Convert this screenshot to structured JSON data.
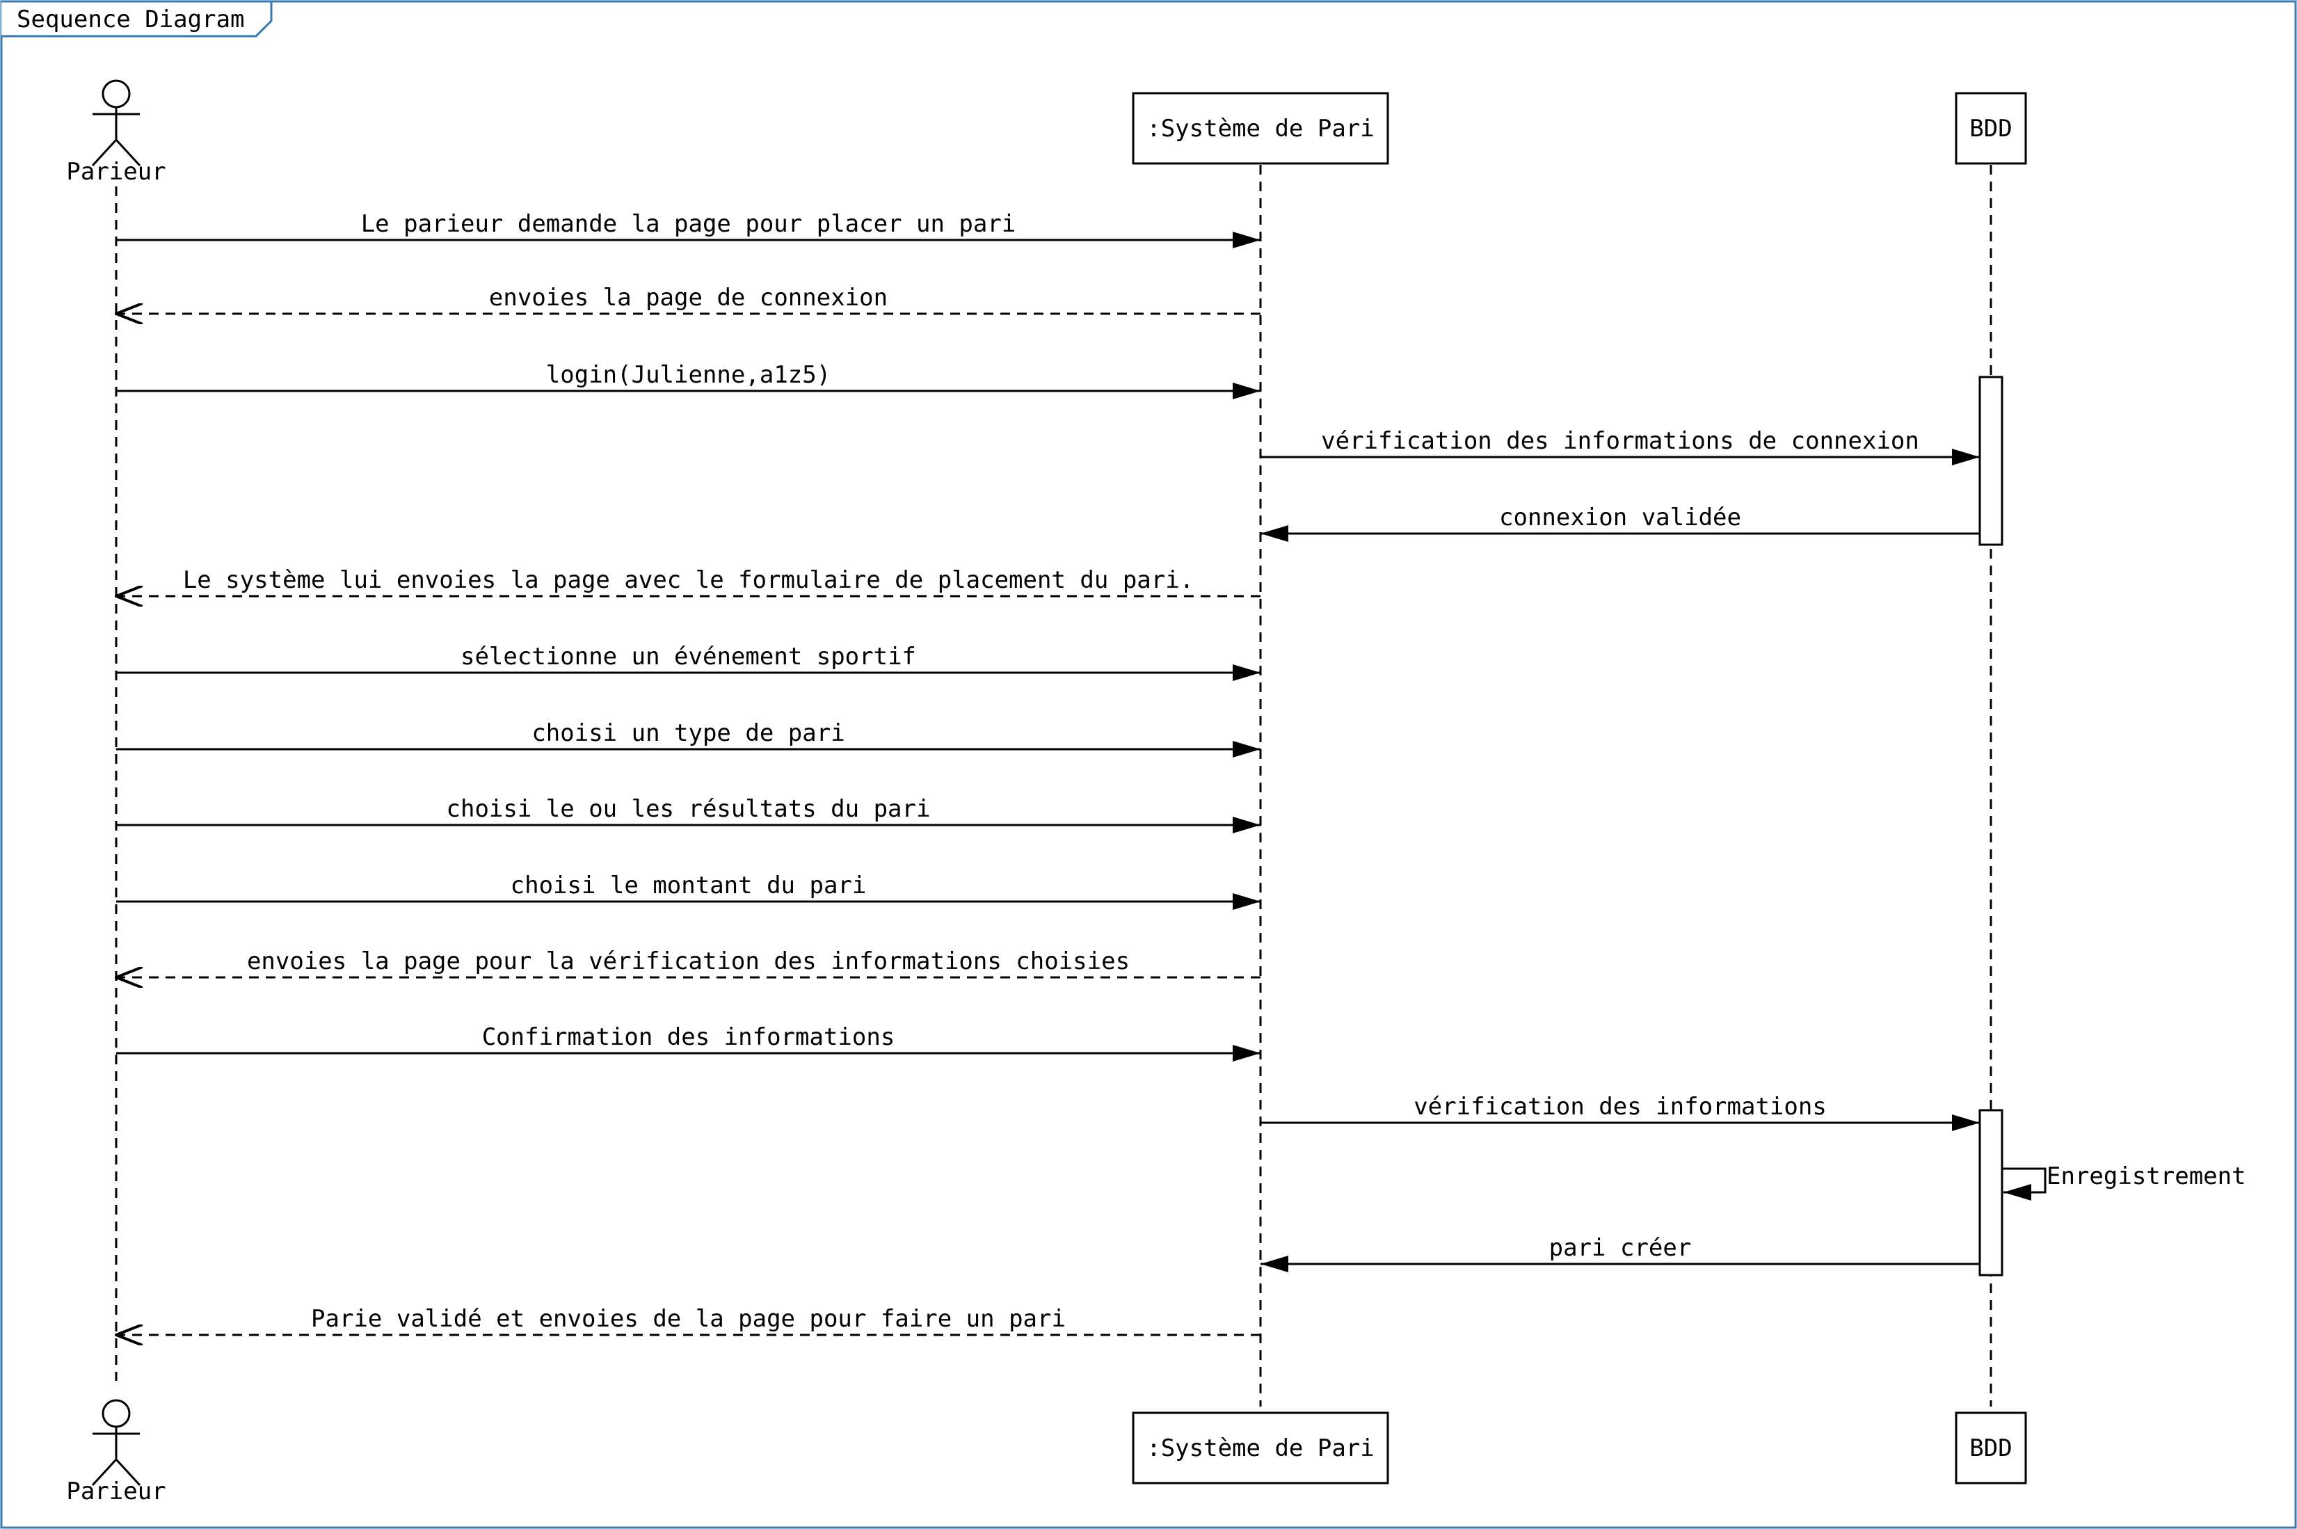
{
  "frame": {
    "title": "Sequence Diagram",
    "border_color": "#3a78b0"
  },
  "participants": [
    {
      "id": "parieur",
      "kind": "actor",
      "label": "Parieur"
    },
    {
      "id": "systeme",
      "kind": "object",
      "label": ":Système de Pari"
    },
    {
      "id": "bdd",
      "kind": "object",
      "label": "BDD"
    }
  ],
  "messages": [
    {
      "from": "parieur",
      "to": "systeme",
      "type": "sync",
      "label": "Le parieur demande la page pour placer un pari"
    },
    {
      "from": "systeme",
      "to": "parieur",
      "type": "return",
      "label": "envoies la page de connexion"
    },
    {
      "from": "parieur",
      "to": "systeme",
      "type": "sync",
      "label": "login(Julienne,a1z5)"
    },
    {
      "from": "systeme",
      "to": "bdd",
      "type": "sync",
      "label": "vérification des informations de connexion"
    },
    {
      "from": "bdd",
      "to": "systeme",
      "type": "sync",
      "label": "connexion validée"
    },
    {
      "from": "systeme",
      "to": "parieur",
      "type": "return",
      "label": "Le système lui envoies la  page avec le formulaire de placement du pari."
    },
    {
      "from": "parieur",
      "to": "systeme",
      "type": "sync",
      "label": "sélectionne un événement sportif"
    },
    {
      "from": "parieur",
      "to": "systeme",
      "type": "sync",
      "label": "choisi un type de pari"
    },
    {
      "from": "parieur",
      "to": "systeme",
      "type": "sync",
      "label": "choisi le ou les résultats du pari"
    },
    {
      "from": "parieur",
      "to": "systeme",
      "type": "sync",
      "label": "choisi le montant du pari"
    },
    {
      "from": "systeme",
      "to": "parieur",
      "type": "return",
      "label": "envoies la page pour la vérification des informations choisies"
    },
    {
      "from": "parieur",
      "to": "systeme",
      "type": "sync",
      "label": "Confirmation des informations"
    },
    {
      "from": "systeme",
      "to": "bdd",
      "type": "sync",
      "label": "vérification des informations"
    },
    {
      "from": "bdd",
      "to": "bdd",
      "type": "self",
      "label": "Enregistrement"
    },
    {
      "from": "bdd",
      "to": "systeme",
      "type": "sync",
      "label": "pari créer"
    },
    {
      "from": "systeme",
      "to": "parieur",
      "type": "return",
      "label": "Parie validé et envoies de la page pour faire un pari"
    }
  ]
}
